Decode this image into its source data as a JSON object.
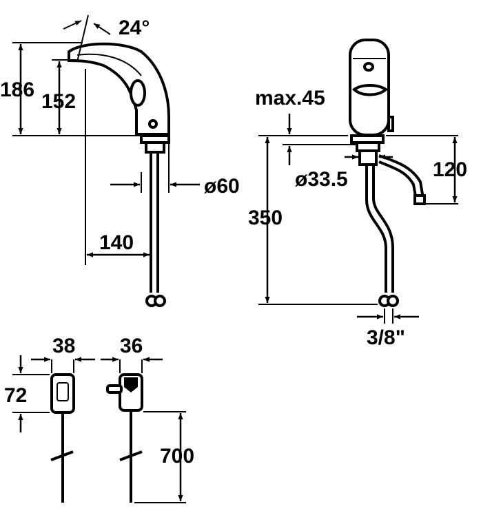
{
  "colors": {
    "ink": "#000000",
    "background": "#ffffff"
  },
  "dimensions": {
    "angle": "24°",
    "spout_height": "186",
    "outlet_height": "152",
    "base_diameter": "ø60",
    "reach": "140",
    "max_deck": "max.45",
    "hole_diameter": "ø33.5",
    "hose_length": "350",
    "connection": "3/8\"",
    "connection_drop": "120",
    "box1_width": "38",
    "box1_height": "72",
    "box2_width": "36",
    "cable_length": "700"
  }
}
